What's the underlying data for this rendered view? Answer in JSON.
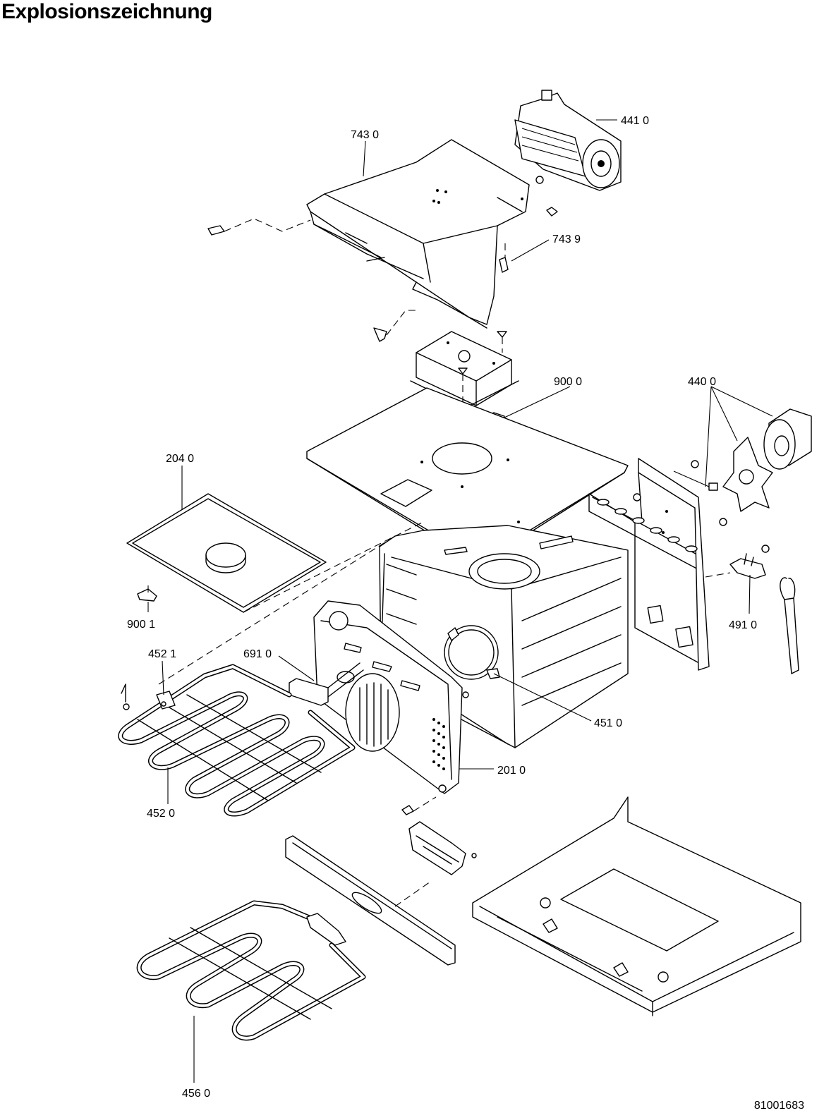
{
  "title": "Explosionszeichnung",
  "document_number": "81001683",
  "parts": [
    {
      "label": "441 0"
    },
    {
      "label": "743 0"
    },
    {
      "label": "743 9"
    },
    {
      "label": "900 0"
    },
    {
      "label": "440 0"
    },
    {
      "label": "204 0"
    },
    {
      "label": "900 1"
    },
    {
      "label": "452 1"
    },
    {
      "label": "691 0"
    },
    {
      "label": "491 0"
    },
    {
      "label": "451 0"
    },
    {
      "label": "201 0"
    },
    {
      "label": "452 0"
    },
    {
      "label": "456 0"
    }
  ]
}
